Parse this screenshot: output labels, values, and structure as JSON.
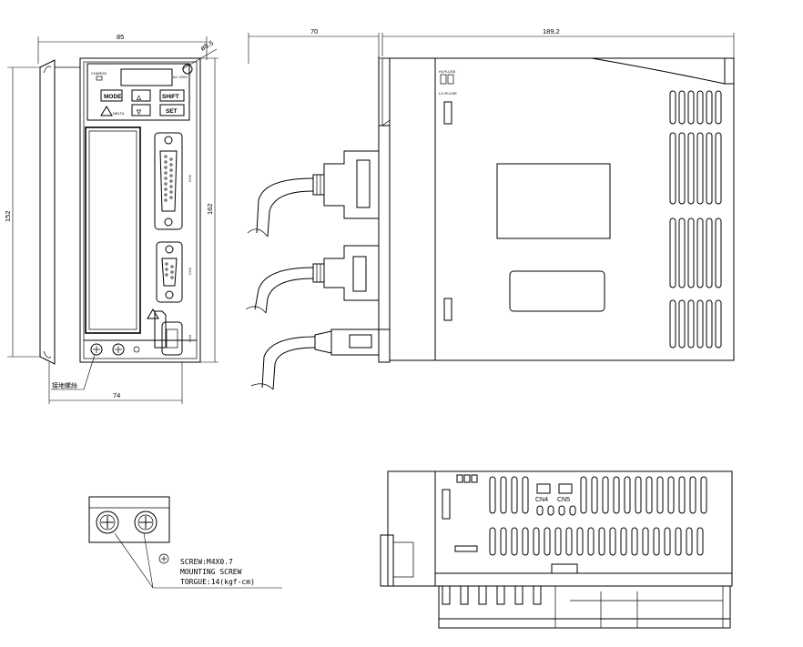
{
  "dimensions": {
    "front_width_top": "85",
    "front_height_left": "152",
    "front_height_right": "162",
    "front_width_bottom": "74",
    "mount_hole": "ø5.5",
    "side_depth_front": "70",
    "side_depth_body": "189,2"
  },
  "labels": {
    "ground_screw": "接地螺絲",
    "cn4": "CN4",
    "cn5": "CN5"
  },
  "keypad": {
    "mode": "MODE",
    "shift": "SHIFT",
    "set": "SET",
    "up": "△",
    "down": "▽"
  },
  "screw_note": {
    "line1": "SCREW:M4X0.7",
    "line2": "MOUNTING SCREW",
    "line3": "TORGUE:14(kgf-cm)"
  }
}
